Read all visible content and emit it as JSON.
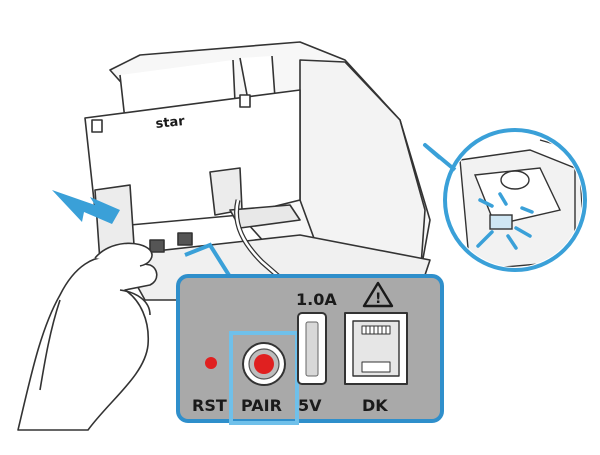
{
  "brand": {
    "logo_text": "star"
  },
  "panel": {
    "current_rating": "1.0A",
    "warning_symbol": "!",
    "ports": [
      {
        "id": "rst",
        "label": "RST",
        "led_color": "#e02020"
      },
      {
        "id": "pair",
        "label": "PAIR",
        "button_color": "#e02020",
        "highlighted": true
      },
      {
        "id": "usb",
        "label": "5V"
      },
      {
        "id": "dk",
        "label": "DK"
      }
    ]
  },
  "colors": {
    "accent": "#3aa0d8",
    "panel_fill": "#a9a9a9",
    "panel_border": "#2f8fcb",
    "button_red": "#e02020"
  },
  "icons": [
    "arrow-right-icon",
    "warning-triangle-icon",
    "rj11-jack-icon",
    "usb-port-icon",
    "pair-button-icon",
    "led-icon"
  ]
}
